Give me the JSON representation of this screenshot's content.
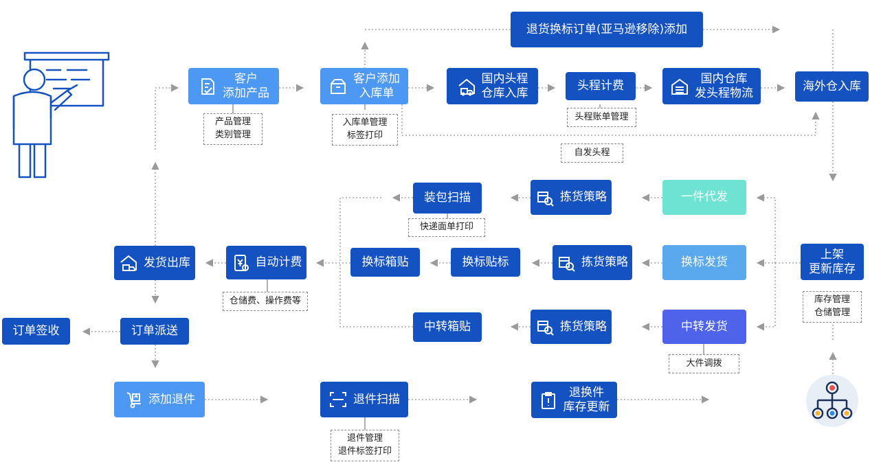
{
  "nodes": {
    "customer_add_product": "客户\n添加产品",
    "customer_add_inbound": "客户添加\n入库单",
    "domestic_first_leg_inbound": "国内头程\n仓库入库",
    "first_leg_billing": "头程计费",
    "domestic_warehouse_ship": "国内仓库\n发头程物流",
    "overseas_inbound": "海外仓入库",
    "return_relabel_order": "退货换标订单(亚马逊移除)添加",
    "pack_scan": "装包扫描",
    "picking_strategy_1": "拣货策略",
    "dropship": "一件代发",
    "relabel_box": "换标箱贴",
    "relabel_sticker": "换标贴标",
    "picking_strategy_2": "拣货策略",
    "relabel_ship": "换标发货",
    "shelve_update": "上架\n更新库存",
    "ship_out": "发货出库",
    "auto_billing": "自动计费",
    "transfer_box": "中转箱贴",
    "picking_strategy_3": "拣货策略",
    "transfer_ship": "中转发货",
    "order_signed": "订单签收",
    "order_delivery": "订单派送",
    "add_return": "添加退件",
    "return_scan": "退件扫描",
    "return_stock_update": "退换件\n库存更新"
  },
  "notes": {
    "product_mgmt": "产品管理\n类别管理",
    "inbound_mgmt": "入库单管理\n标签打印",
    "first_leg_bill_mgmt": "头程账单管理",
    "self_first_leg": "自发头程",
    "express_label_print": "快递面单打印",
    "storage_fees": "仓储费、操作费等",
    "inventory_mgmt": "库存管理\n仓储管理",
    "bulk_transfer": "大件调拨",
    "return_mgmt": "退件管理\n退件标签打印"
  },
  "colors": {
    "dark_blue": "#1552c1",
    "light_blue": "#4c98f3",
    "sky_blue": "#5aa9ee",
    "turquoise": "#6fe3d3",
    "purple_blue": "#4e63ea",
    "connector_gray": "#9a9a9a"
  },
  "icons": [
    "presenter-icon",
    "document-check-icon",
    "box-icon",
    "warehouse-truck-icon",
    "warehouse-icon",
    "picking-icon",
    "delivery-truck-icon",
    "billing-phone-icon",
    "hand-truck-icon",
    "scan-icon",
    "clipboard-icon",
    "network-icon"
  ]
}
